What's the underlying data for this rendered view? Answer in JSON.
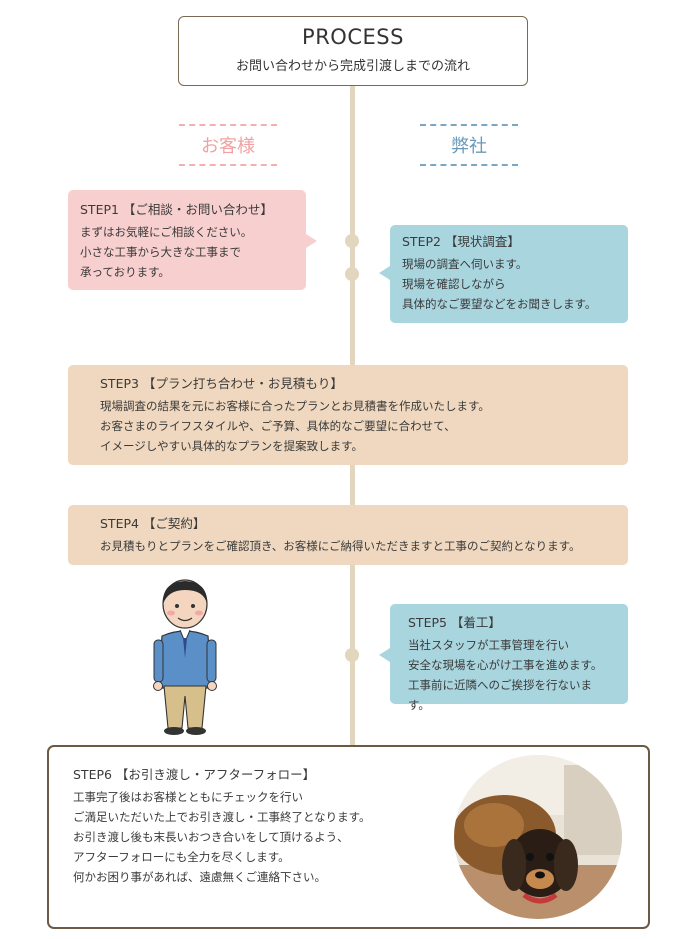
{
  "header": {
    "title": "PROCESS",
    "subtitle": "お問い合わせから完成引渡しまでの流れ"
  },
  "parties": {
    "customer": "お客様",
    "company": "弊社"
  },
  "steps": [
    {
      "title": "STEP1 【ご相談・お問い合わせ】",
      "lines": [
        "まずはお気軽にご相談ください。",
        "小さな工事から大きな工事まで",
        "承っております。"
      ]
    },
    {
      "title": "STEP2 【現状調査】",
      "lines": [
        "現場の調査へ伺います。",
        "現場を確認しながら",
        "具体的なご要望などをお聞きします。"
      ]
    },
    {
      "title": "STEP3 【プラン打ち合わせ・お見積もり】",
      "lines": [
        "現場調査の結果を元にお客様に合ったプランとお見積書を作成いたします。",
        "お客さまのライフスタイルや、ご予算、具体的なご要望に合わせて、",
        "イメージしやすい具体的なプランを提案致します。"
      ]
    },
    {
      "title": "STEP4 【ご契約】",
      "lines": [
        "お見積もりとプランをご確認頂き、お客様にご納得いただきますと工事のご契約となります。"
      ]
    },
    {
      "title": "STEP5 【着工】",
      "lines": [
        "当社スタッフが工事管理を行い",
        "安全な現場を心がけ工事を進めます。",
        "工事前に近隣へのご挨拶を行ないます。"
      ]
    },
    {
      "title": "STEP6 【お引き渡し・アフターフォロー】",
      "lines": [
        "工事完了後はお客様とともにチェックを行い",
        "ご満足いただいた上でお引き渡し・工事終了となります。",
        "お引き渡し後も末長いおつき合いをして頂けるよう、",
        "アフターフォローにも全力を尽くします。",
        "何かお困り事があれば、遠慮無くご連絡下さい。"
      ]
    }
  ],
  "colors": {
    "customer": "#f8cfcf",
    "company": "#a9d5df",
    "shared": "#efd8bf",
    "timeline": "#e2d6bf"
  },
  "icons": {
    "staff": "staff-illustration-icon",
    "photo": "dog-photo"
  }
}
